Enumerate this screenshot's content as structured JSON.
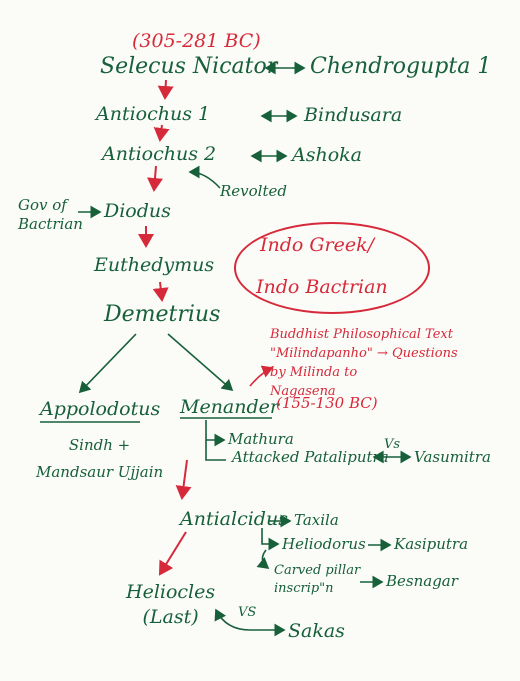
{
  "notes": {
    "date_range_top": "(305-281 BC)",
    "seleucus": "Selecus Nicator",
    "chandragupta": "Chendrogupta 1",
    "antiochus1": "Antiochus 1",
    "bindusara": "Bindusara",
    "antiochus2": "Antiochus 2",
    "ashoka": "Ashoka",
    "revolted": "Revolted",
    "gov_of_bactrian": "Gov of\nBactrian",
    "diodus": "Diodus",
    "indo_greek": "Indo Greek/",
    "indo_bactrian": "Indo Bactrian",
    "euthedymus": "Euthedymus",
    "demetrius": "Demetrius",
    "buddhist_text": "Buddhist Philosophical Text\n\"Milindapanho\" → Questions\nby Milinda to\nNagasena",
    "appolodotus": "Appolodotus",
    "sindh_region": "Sindh +\nMandsaur Ujjain",
    "menander": "Menander",
    "menander_dates": "(155-130 BC)",
    "mathura": "Mathura",
    "attacked_pataliputra": "Attacked Pataliputra",
    "vs1": "Vs",
    "vasumitra": "Vasumitra",
    "antialcidus": "Antialcidus",
    "taxila": "Taxila",
    "heliodorus": "Heliodorus",
    "kasiputra": "Kasiputra",
    "carved_pillar": "Carved pillar\ninscrip\"n",
    "besnagar": "Besnagar",
    "heliocles": "Heliocles\n(Last)",
    "vs2": "VS",
    "sakas": "Sakas"
  },
  "colors": {
    "ink_green": "#17603a",
    "ink_red": "#d62a3a",
    "paper": "#fbfbf8"
  }
}
